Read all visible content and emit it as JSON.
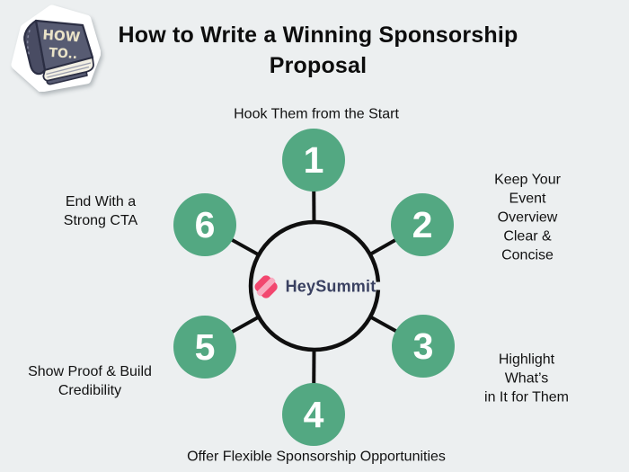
{
  "header": {
    "title_line1": "How to Write a Winning Sponsorship",
    "title_line2": "Proposal",
    "book_icon": {
      "text_line1": "HOW",
      "text_line2": "TO.."
    }
  },
  "center": {
    "brand": "HeySummit"
  },
  "steps": [
    {
      "number": "1",
      "label": "Hook Them from the Start"
    },
    {
      "number": "2",
      "label": "Keep Your Event\nOverview\nClear & Concise"
    },
    {
      "number": "3",
      "label": "Highlight What’s\nin It for Them"
    },
    {
      "number": "4",
      "label": "Offer Flexible Sponsorship Opportunities"
    },
    {
      "number": "5",
      "label": "Show Proof & Build\nCredibility"
    },
    {
      "number": "6",
      "label": "End With a\nStrong CTA"
    }
  ],
  "colors": {
    "background": "#eceff0",
    "step_circle_green": "#53a882",
    "line_black": "#0f0f0f",
    "brand_navy": "#3a4161",
    "brand_pink": "#f2476f",
    "brand_pink_light": "#f8abc0",
    "book_cover": "#575b72",
    "book_text_cream": "#eae3c8"
  }
}
